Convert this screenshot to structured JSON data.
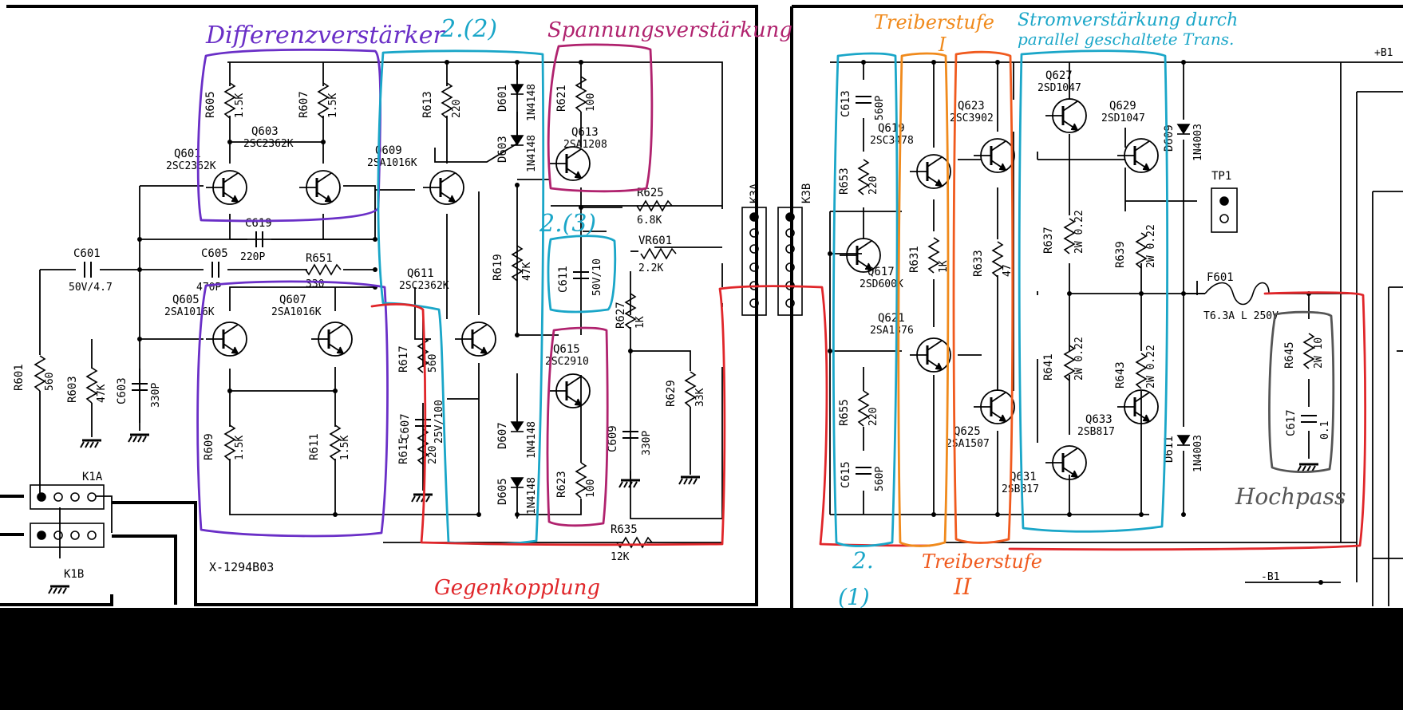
{
  "colors": {
    "paper": "#ffffff",
    "ink": "#000000",
    "purple": "#6a2fc7",
    "cyan": "#1aa6c8",
    "magenta": "#b0226e",
    "orange": "#f08a1c",
    "orange_red": "#f05a1e",
    "red": "#e0262a",
    "gray": "#555555",
    "blank": "#000000"
  },
  "annotations": {
    "differenzverstaerker": "Differenzverstärker",
    "stage_2_2": "2.(2)",
    "spannungsverstaerkung": "Spannungsverstärkung",
    "treiberstufe_1": "Treiberstufe",
    "roman_1": "I",
    "stromverstaerkung_line1": "Stromverstärkung durch",
    "stromverstaerkung_line2": "parallel geschaltete Trans.",
    "stage_2_3": "2.(3)",
    "gegenkopplung": "Gegenkopplung",
    "treiberstufe_2": "Treiberstufe",
    "roman_2": "II",
    "stage_2": "2.",
    "stage_1": "(1)",
    "hochpass": "Hochpass"
  },
  "board_label": "X-1294B03",
  "rails": {
    "plus": "+B1",
    "minus": "-B1"
  },
  "connectors": [
    "K1A",
    "K1B",
    "K3A",
    "K3B",
    "TP1"
  ],
  "transistors": [
    {
      "ref": "Q601",
      "type": "2SC2362K"
    },
    {
      "ref": "Q603",
      "type": "2SC2362K"
    },
    {
      "ref": "Q605",
      "type": "2SA1016K"
    },
    {
      "ref": "Q607",
      "type": "2SA1016K"
    },
    {
      "ref": "Q609",
      "type": "2SA1016K"
    },
    {
      "ref": "Q611",
      "type": "2SC2362K"
    },
    {
      "ref": "Q613",
      "type": "2SA1208"
    },
    {
      "ref": "Q615",
      "type": "2SC2910"
    },
    {
      "ref": "Q617",
      "type": "2SD600K"
    },
    {
      "ref": "Q619",
      "type": "2SC3478"
    },
    {
      "ref": "Q621",
      "type": "2SA1376"
    },
    {
      "ref": "Q623",
      "type": "2SC3902"
    },
    {
      "ref": "Q625",
      "type": "2SA1507"
    },
    {
      "ref": "Q627",
      "type": "2SD1047"
    },
    {
      "ref": "Q629",
      "type": "2SD1047"
    },
    {
      "ref": "Q631",
      "type": "2SB817"
    },
    {
      "ref": "Q633",
      "type": "2SB817"
    }
  ],
  "resistors": [
    {
      "ref": "R601",
      "value": "560"
    },
    {
      "ref": "R603",
      "value": "47K"
    },
    {
      "ref": "R605",
      "value": "1.5K"
    },
    {
      "ref": "R607",
      "value": "1.5K"
    },
    {
      "ref": "R609",
      "value": "1.5K"
    },
    {
      "ref": "R611",
      "value": "1.5K"
    },
    {
      "ref": "R613",
      "value": "220"
    },
    {
      "ref": "R615",
      "value": "220"
    },
    {
      "ref": "R617",
      "value": "560"
    },
    {
      "ref": "R619",
      "value": "47K"
    },
    {
      "ref": "R621",
      "value": "100"
    },
    {
      "ref": "R623",
      "value": "100"
    },
    {
      "ref": "R625",
      "value": "6.8K"
    },
    {
      "ref": "R627",
      "value": "1K"
    },
    {
      "ref": "R629",
      "value": "33K"
    },
    {
      "ref": "R631",
      "value": "1K"
    },
    {
      "ref": "R633",
      "value": "47"
    },
    {
      "ref": "R635",
      "value": "12K"
    },
    {
      "ref": "R637",
      "value": "2W 0.22"
    },
    {
      "ref": "R639",
      "value": "2W 0.22"
    },
    {
      "ref": "R641",
      "value": "2W 0.22"
    },
    {
      "ref": "R643",
      "value": "2W 0.22"
    },
    {
      "ref": "R645",
      "value": "2W 10"
    },
    {
      "ref": "R651",
      "value": "330"
    },
    {
      "ref": "R653",
      "value": "220"
    },
    {
      "ref": "R655",
      "value": "220"
    },
    {
      "ref": "VR601",
      "value": "2.2K"
    }
  ],
  "capacitors": [
    {
      "ref": "C601",
      "value": "50V/4.7"
    },
    {
      "ref": "C603",
      "value": "330P"
    },
    {
      "ref": "C605",
      "value": "470P"
    },
    {
      "ref": "C607",
      "value": "25V/100"
    },
    {
      "ref": "C609",
      "value": "330P"
    },
    {
      "ref": "C611",
      "value": "50V/10"
    },
    {
      "ref": "C613",
      "value": "560P"
    },
    {
      "ref": "C615",
      "value": "560P"
    },
    {
      "ref": "C617",
      "value": "0.1"
    },
    {
      "ref": "C619",
      "value": "220P"
    }
  ],
  "diodes": [
    {
      "ref": "D601",
      "value": "1N4148"
    },
    {
      "ref": "D603",
      "value": "1N4148"
    },
    {
      "ref": "D605",
      "value": "1N4148"
    },
    {
      "ref": "D607",
      "value": "1N4148"
    },
    {
      "ref": "D609",
      "value": "1N4003"
    },
    {
      "ref": "D611",
      "value": "1N4003"
    }
  ],
  "fuse": {
    "ref": "F601",
    "value": "T6.3A L 250V"
  }
}
